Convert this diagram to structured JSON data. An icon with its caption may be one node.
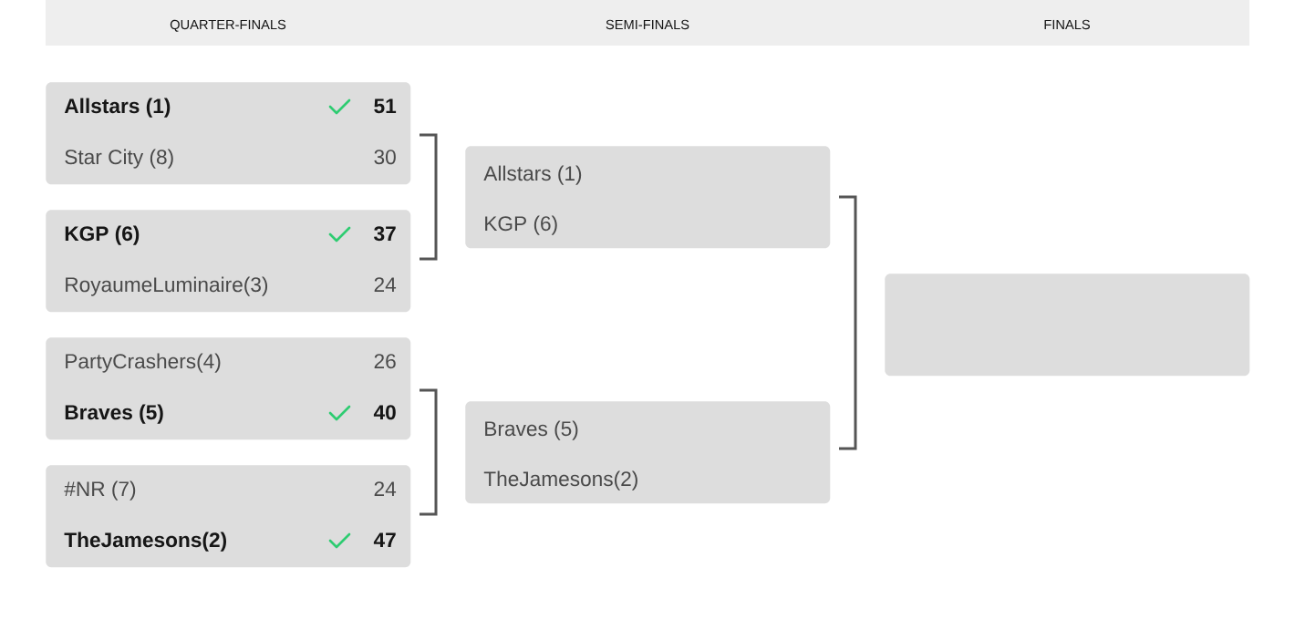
{
  "diagram": {
    "nodes": [
      {
        "text": [
          "Allstars (1)",
          "51",
          "Star City (8)",
          "30"
        ]
      },
      {
        "text": [
          "KGP (6)",
          "37",
          "RoyaumeLuminaire(3)",
          "24"
        ]
      },
      {
        "text": [
          "PartyCrashers(4)",
          "26",
          "Braves (5)",
          "40"
        ]
      },
      {
        "text": [
          "#NR (7)",
          "24",
          "TheJamesons(2)",
          "47"
        ]
      },
      {
        "text": [
          "Allstars (1)",
          "KGP (6)"
        ]
      },
      {
        "text": [
          "Braves (5)",
          "TheJamesons(2)"
        ]
      },
      {
        "text": [],
        "shape": "box"
      }
    ],
    "labels": [
      "QUARTER-FINALS",
      "SEMI-FINALS",
      "FINALS"
    ]
  }
}
